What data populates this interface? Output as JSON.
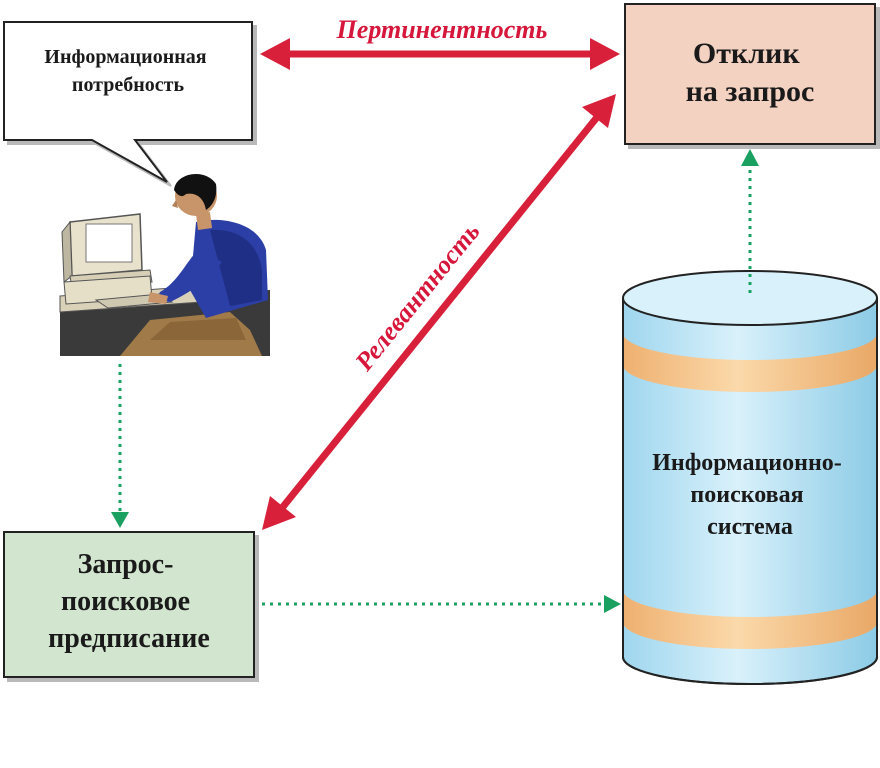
{
  "nodes": {
    "info_need": {
      "lines": [
        "Информационная",
        "потребность"
      ]
    },
    "response": {
      "lines": [
        "Отклик",
        "на запрос"
      ]
    },
    "query": {
      "lines": [
        "Запрос-",
        "поисковое",
        "предписание"
      ]
    },
    "system": {
      "lines": [
        "Информационно-",
        "поисковая",
        "система"
      ]
    }
  },
  "relations": {
    "pertinence": "Пертинентность",
    "relevance": "Релевантность"
  },
  "colors": {
    "relation_arrow": "#d8203b",
    "flow_arrow": "#1aa060",
    "response_fill": "#f4d2c2",
    "query_fill": "#d2e6cf",
    "system_fill": "#bfe6f6",
    "system_band": "#f3c48a"
  },
  "illustration": "person-at-computer"
}
